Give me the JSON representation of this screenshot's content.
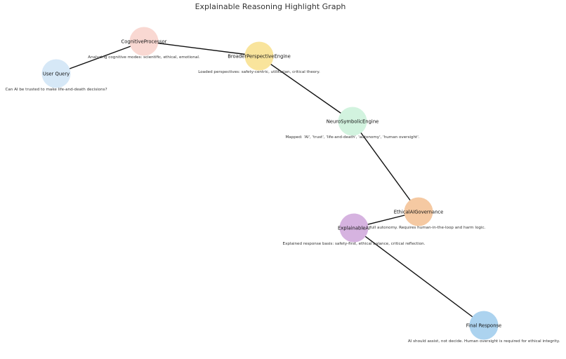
{
  "title": "Explainable Reasoning Highlight Graph",
  "nodes": [
    {
      "id": "user_query",
      "label": "User Query",
      "color": "#d6e8f7",
      "description": "Can AI be trusted to make life-and-death decisions?"
    },
    {
      "id": "cognitive",
      "label": "CognitiveProcessor",
      "color": "#f9d8d2",
      "description": "Analyzing cognitive modes: scientific, ethical, emotional."
    },
    {
      "id": "broader",
      "label": "BroaderPerspectiveEngine",
      "color": "#f9e49c",
      "description": "Loaded perspectives: safety-centric, utilitarian, critical theory."
    },
    {
      "id": "neuro",
      "label": "NeuroSymbolicEngine",
      "color": "#d2f3df",
      "description": "Mapped: 'AI', 'trust', 'life-and-death', 'autonomy', 'human oversight'."
    },
    {
      "id": "ethical",
      "label": "EthicalAIGovernance",
      "color": "#f5c9a2",
      "description": "Flagged: full autonomy. Requires human-in-the-loop and harm logic."
    },
    {
      "id": "explainable",
      "label": "ExplainableAI",
      "color": "#d6b3e0",
      "description": "Explained response basis: safety-first, ethical balance, critical reflection."
    },
    {
      "id": "final",
      "label": "Final Response",
      "color": "#acd3ef",
      "description": "AI should assist, not decide. Human oversight is required for ethical integrity."
    }
  ],
  "edges": [
    {
      "from": "user_query",
      "to": "cognitive"
    },
    {
      "from": "cognitive",
      "to": "broader"
    },
    {
      "from": "broader",
      "to": "neuro"
    },
    {
      "from": "neuro",
      "to": "ethical"
    },
    {
      "from": "ethical",
      "to": "explainable"
    },
    {
      "from": "explainable",
      "to": "final"
    }
  ]
}
